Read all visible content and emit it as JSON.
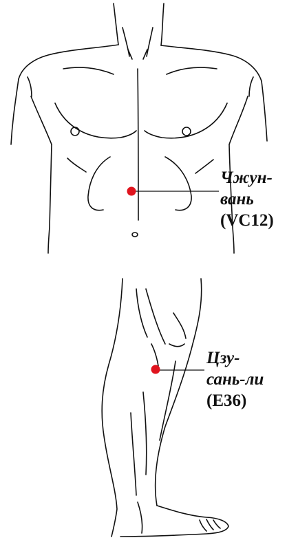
{
  "points": [
    {
      "line1": "Чжун-",
      "line2": "вань",
      "code": "(VC12)",
      "dot_color": "#e0141e"
    },
    {
      "line1": "Цзу-",
      "line2": "сань-ли",
      "code": "(E36)",
      "dot_color": "#e0141e"
    }
  ],
  "colors": {
    "outline": "#111111",
    "point": "#e0141e",
    "background": "#ffffff"
  }
}
